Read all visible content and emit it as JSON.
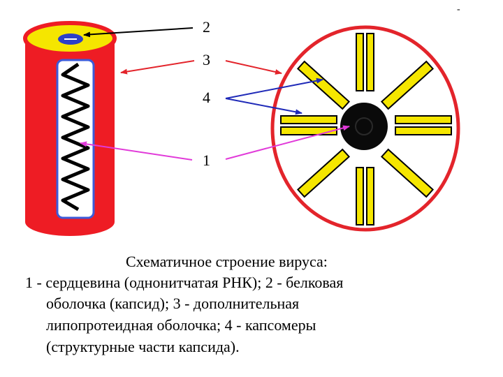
{
  "diagram": {
    "labels": [
      "2",
      "3",
      "4",
      "1"
    ],
    "colors": {
      "envelope": "#ee1c24",
      "capsid": "#f5e600",
      "outline": "#000000",
      "core": "#0a0a0a",
      "arrow_black": "#000000",
      "arrow_red": "#e3242b",
      "arrow_blue": "#1f2ab8",
      "arrow_magenta": "#e13ad9",
      "inner_blue": "#3d5bd9"
    }
  },
  "caption": {
    "title": "Схематичное строение вируса:",
    "line1": "1 - сердцевина (однонитчатая РНК); 2 - белковая",
    "line2": "оболочка (капсид); 3 - дополнительная",
    "line3": "липопротеидная оболочка; 4 - капсомеры",
    "line4": "(структурные части капсида)."
  },
  "corner_mark": "-"
}
